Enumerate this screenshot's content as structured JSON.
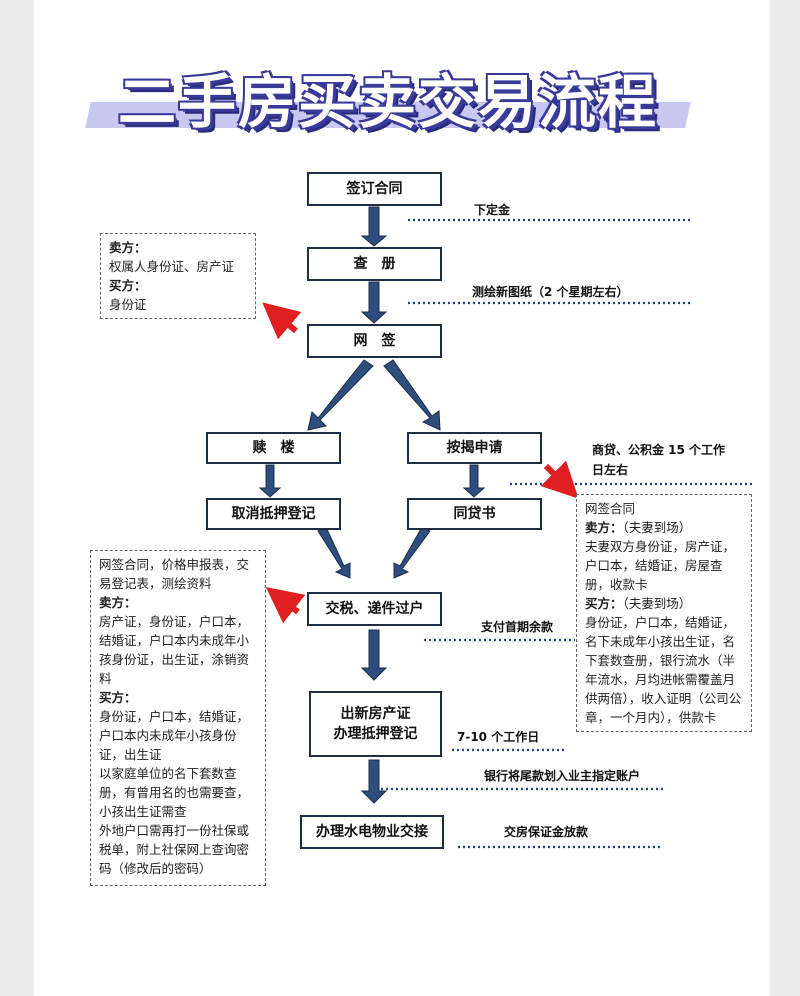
{
  "title": "二手房买卖交易流程",
  "steps": {
    "sign_contract": "签订合同",
    "check_register": "查　册",
    "online_sign": "网　签",
    "redeem": "赎　楼",
    "mortgage_apply": "按揭申请",
    "cancel_mortgage": "取消抵押登记",
    "agree_loan_letter": "同贷书",
    "tax_transfer": "交税、递件过户",
    "new_cert_line1": "出新房产证",
    "new_cert_line2": "办理抵押登记",
    "utilities_handover": "办理水电物业交接"
  },
  "side_notes": {
    "deposit": "下定金",
    "survey": "测绘新图纸（2 个星期左右）",
    "loan_line1": "商贷、公积金 15 个工作",
    "loan_line2": "日左右",
    "down_payment": "支付首期余款",
    "workdays": "7-10 个工作日",
    "bank_transfer": "银行将尾款划入业主指定账户",
    "escrow_release": "交房保证金放款"
  },
  "note_check": {
    "seller_label": "卖方：",
    "seller_docs": "权属人身份证、房产证",
    "buyer_label": "买方：",
    "buyer_docs": "身份证"
  },
  "note_loan": {
    "header": "网签合同",
    "seller_label": "卖方：",
    "seller_note": "（夫妻到场）",
    "seller_docs": "夫妻双方身份证，房产证，户口本，结婚证，房屋查册，收款卡",
    "buyer_label": "买方：",
    "buyer_note": "（夫妻到场）",
    "buyer_docs": "身份证，户口本，结婚证，名下未成年小孩出生证，名下套数查册，银行流水（半年流水，月均进帐需覆盖月供两倍），收入证明（公司公章，一个月内），供款卡"
  },
  "note_transfer": {
    "header": "网签合同，价格申报表，交易登记表，测绘资料",
    "seller_label": "卖方：",
    "seller_docs": "房产证，身份证，户口本，结婚证，户口本内未成年小孩身份证，出生证，涂销资料",
    "buyer_label": "买方：",
    "buyer_docs": "身份证，户口本，结婚证，户口本内未成年小孩身份证，出生证",
    "extra1": "以家庭单位的名下套数查册，有曾用名的也需要查，小孩出生证需查",
    "extra2": "外地户口需再打一份社保或税单，附上社保网上查询密码（修改后的密码）"
  },
  "colors": {
    "arrow": "#2e4f7e",
    "arrow_edge": "#1a2c48",
    "red": "#e02020",
    "dots": "#1f3f8f",
    "box_border": "#1f2d44"
  }
}
